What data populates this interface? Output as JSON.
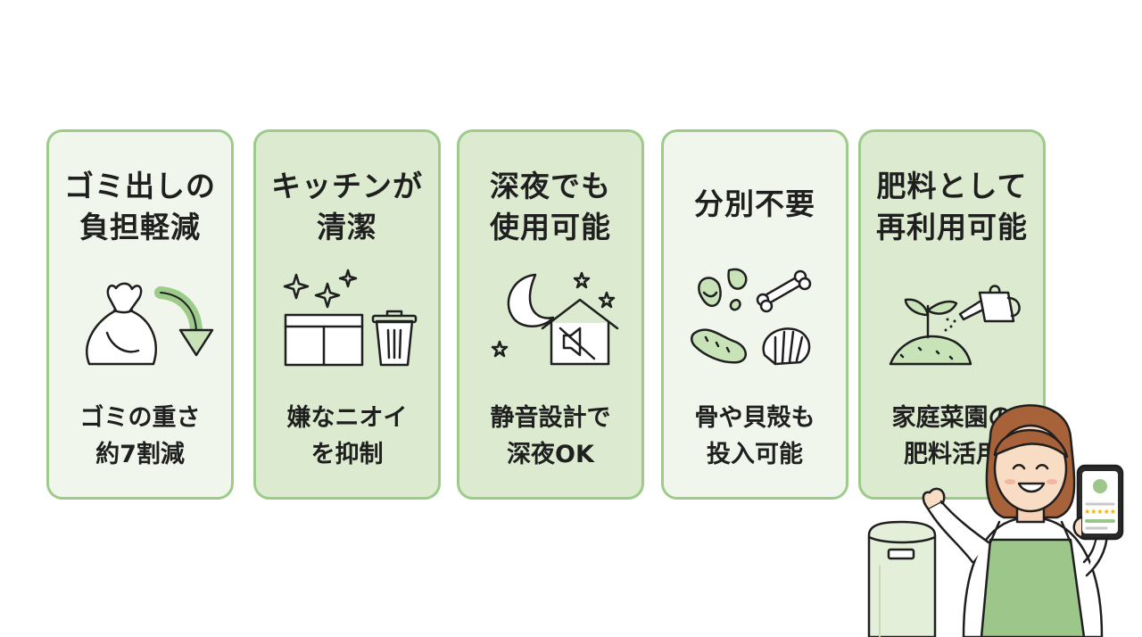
{
  "cards": [
    {
      "title": "ゴミ出しの\n負担軽減",
      "description": "ゴミの重さ\n約7割減",
      "icon": "trash-bag-icon"
    },
    {
      "title": "キッチンが\n清潔",
      "description": "嫌なニオイ\nを抑制",
      "icon": "clean-kitchen-icon"
    },
    {
      "title": "深夜でも\n使用可能",
      "description": "静音設計で\n深夜OK",
      "icon": "moon-house-mute-icon"
    },
    {
      "title": "分別不要",
      "description": "骨や貝殻も\n投入可能",
      "icon": "food-scraps-icon"
    },
    {
      "title": "肥料として\n再利用可能",
      "description": "家庭菜園の\n肥料活用",
      "icon": "plant-watering-icon"
    }
  ],
  "colors": {
    "card_border": "#9ccb8a",
    "card_bg_light": "#f1f6ec",
    "card_bg_green": "#dcebd0",
    "apron": "#9cc68a"
  },
  "illustration": {
    "rating_stars": 5
  }
}
